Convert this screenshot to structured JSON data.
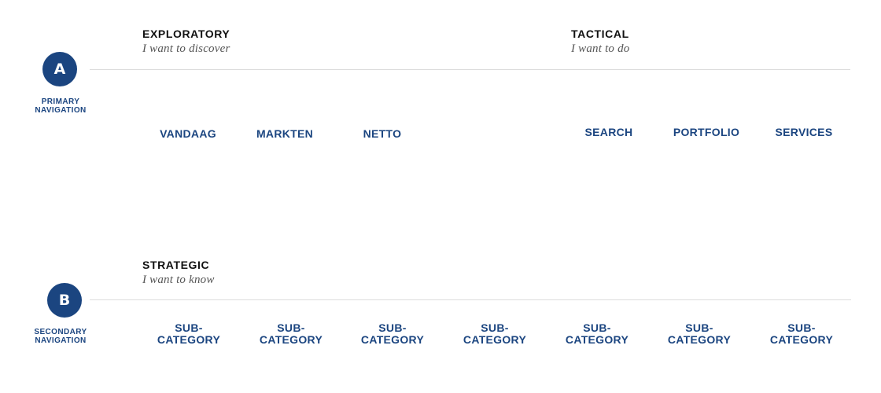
{
  "colors": {
    "brand": "#1b4580",
    "heading": "#111111",
    "subtitle": "#555555",
    "rule": "#dcdcdc"
  },
  "primary": {
    "badge": "A",
    "label_line1": "PRIMARY",
    "label_line2": "NAVIGATION",
    "exploratory": {
      "title": "EXPLORATORY",
      "subtitle": "I want to discover"
    },
    "tactical": {
      "title": "TACTICAL",
      "subtitle": "I want to do"
    },
    "items": [
      "VANDAAG",
      "MARKTEN",
      "NETTO",
      "SEARCH",
      "PORTFOLIO",
      "SERVICES"
    ]
  },
  "secondary": {
    "badge": "B",
    "label_line1": "SECONDARY",
    "label_line2": "NAVIGATION",
    "strategic": {
      "title": "STRATEGIC",
      "subtitle": "I want to know"
    },
    "items": [
      {
        "line1": "SUB-",
        "line2": "CATEGORY"
      },
      {
        "line1": "SUB-",
        "line2": "CATEGORY"
      },
      {
        "line1": "SUB-",
        "line2": "CATEGORY"
      },
      {
        "line1": "SUB-",
        "line2": "CATEGORY"
      },
      {
        "line1": "SUB-",
        "line2": "CATEGORY"
      },
      {
        "line1": "SUB-",
        "line2": "CATEGORY"
      },
      {
        "line1": "SUB-",
        "line2": "CATEGORY"
      }
    ]
  }
}
